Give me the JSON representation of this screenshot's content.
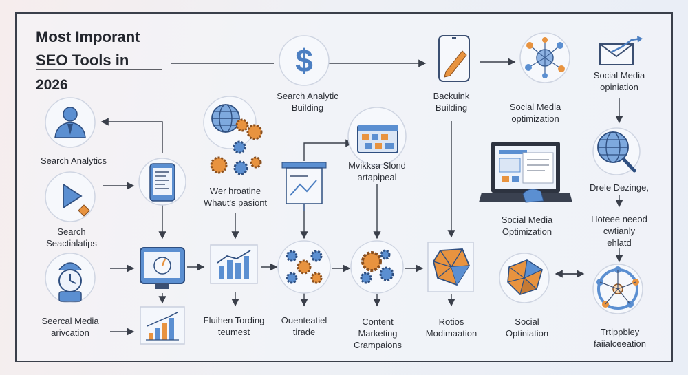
{
  "title": {
    "line1": "Most Imporant",
    "line2": "SEO Tools in",
    "line3": "2026"
  },
  "nodes": {
    "search_analytic_building": [
      "Search Analytic",
      "Building"
    ],
    "backlink_building": [
      "Backuink",
      "Building"
    ],
    "social_media_optimization_top": [
      "Social Media",
      "optimization"
    ],
    "social_media_opiniation": [
      "Social Media",
      "opiniation"
    ],
    "search_analytics": [
      "Search Analytics"
    ],
    "web_hroatine": [
      "Wer hroatine",
      "Whaut's pasiont"
    ],
    "mvikksa_slond": [
      "Mvikksa Slond",
      "artapipeal"
    ],
    "drele_dezinge": [
      "Drele Dezinge,"
    ],
    "search_seactialatips": [
      "Search",
      "Seactialatips"
    ],
    "social_media_optimization_mid": [
      "Social Media",
      "Optimization"
    ],
    "hoteee_neeod": [
      "Hoteee neeod",
      "cwtianly",
      "ehlatd"
    ],
    "seercal_media": [
      "Seercal Media",
      "arivcation"
    ],
    "fluihen_tording": [
      "Fluihen Tording",
      "teumest"
    ],
    "ouenteatiel": [
      "Ouenteatiel",
      "tirade"
    ],
    "content_marketing": [
      "Content",
      "Marketing",
      "Crampaions"
    ],
    "rotios_modimaation": [
      "Rotios",
      "Modimaation"
    ],
    "social_optiniation": [
      "Social",
      "Optiniation"
    ],
    "trtippbley": [
      "Trtippbley",
      "faiialceeation"
    ]
  },
  "icons": {
    "dollar": "dollar-sign-icon",
    "pencil": "pencil-phone-icon",
    "network": "network-globe-icon",
    "envelope": "envelope-chart-icon",
    "person": "person-icon",
    "globe_gears": "globe-gears-icon",
    "dashboard": "dashboard-window-icon",
    "globe_search": "globe-search-icon",
    "play": "play-icon",
    "phone": "phone-document-icon",
    "laptop": "laptop-icon",
    "easel": "presentation-easel-icon",
    "monitor": "monitor-gauge-icon",
    "bar_chart": "bar-chart-icon",
    "gears_cluster": "gears-cluster-icon",
    "gear_ring": "gear-ring-icon",
    "polyhedron": "polyhedron-icon",
    "crystal": "crystal-icon",
    "cycle": "cycle-network-icon",
    "stopwatch": "stopwatch-icon",
    "bar_chart_small": "small-bar-chart-icon"
  },
  "colors": {
    "accent_blue": "#5b8fd1",
    "accent_orange": "#e8933f",
    "line": "#3a3f4a"
  }
}
